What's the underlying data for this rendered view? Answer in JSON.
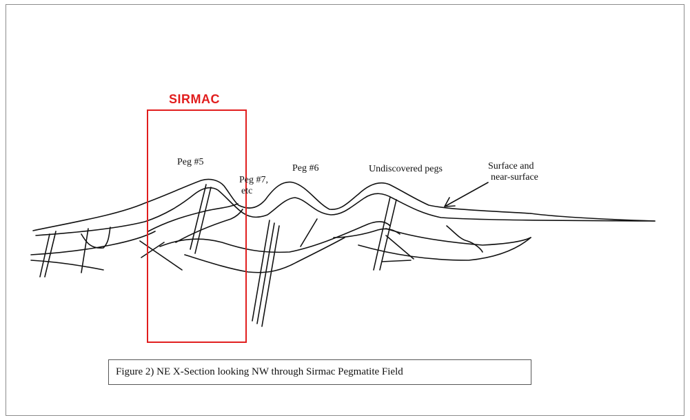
{
  "highlight": {
    "label": "SIRMAC",
    "color": "#e11d1d"
  },
  "labels": {
    "peg5": "Peg #5",
    "peg7_line1": "Peg #7,",
    "peg7_line2": "etc",
    "peg6": "Peg #6",
    "undiscovered": "Undiscovered pegs",
    "surface_line1": "Surface and",
    "surface_line2": "near-surface"
  },
  "caption": "Figure 2)  NE X-Section looking NW through Sirmac Pegmatite Field"
}
